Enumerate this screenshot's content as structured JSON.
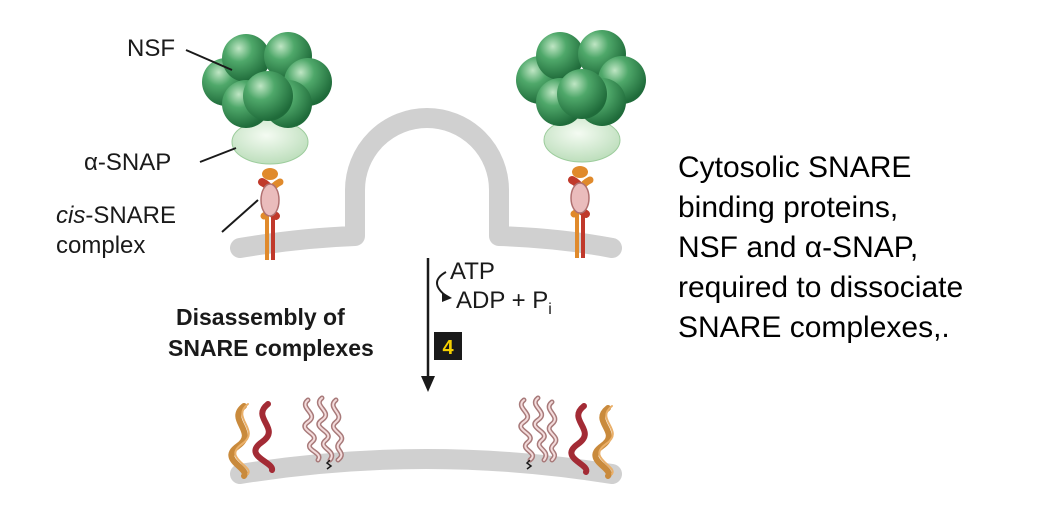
{
  "labels": {
    "nsf": "NSF",
    "snap": "α-SNAP",
    "cis_italic": "cis",
    "cis_rest": "-SNARE",
    "complex": "complex",
    "atp": "ATP",
    "adp": "ADP + P",
    "pi_sub": "i",
    "disassembly_line1": "Disassembly of",
    "disassembly_line2": "SNARE complexes",
    "step_number": "4"
  },
  "caption": {
    "line1": "Cytosolic SNARE",
    "line2": "binding  proteins,",
    "line3": "NSF and α-SNAP,",
    "line4": "required to dissociate",
    "line5": "SNARE complexes,."
  },
  "colors": {
    "nsf_green": "#2e8b4e",
    "snap_green": "#d5ecd2",
    "membrane_gray": "#d0d0d0",
    "snare_red": "#c0392b",
    "snare_orange": "#e08a2c",
    "snare_pink": "#e8b4b4",
    "badge_bg": "#1a1a1a",
    "badge_fg": "#f5d000"
  }
}
